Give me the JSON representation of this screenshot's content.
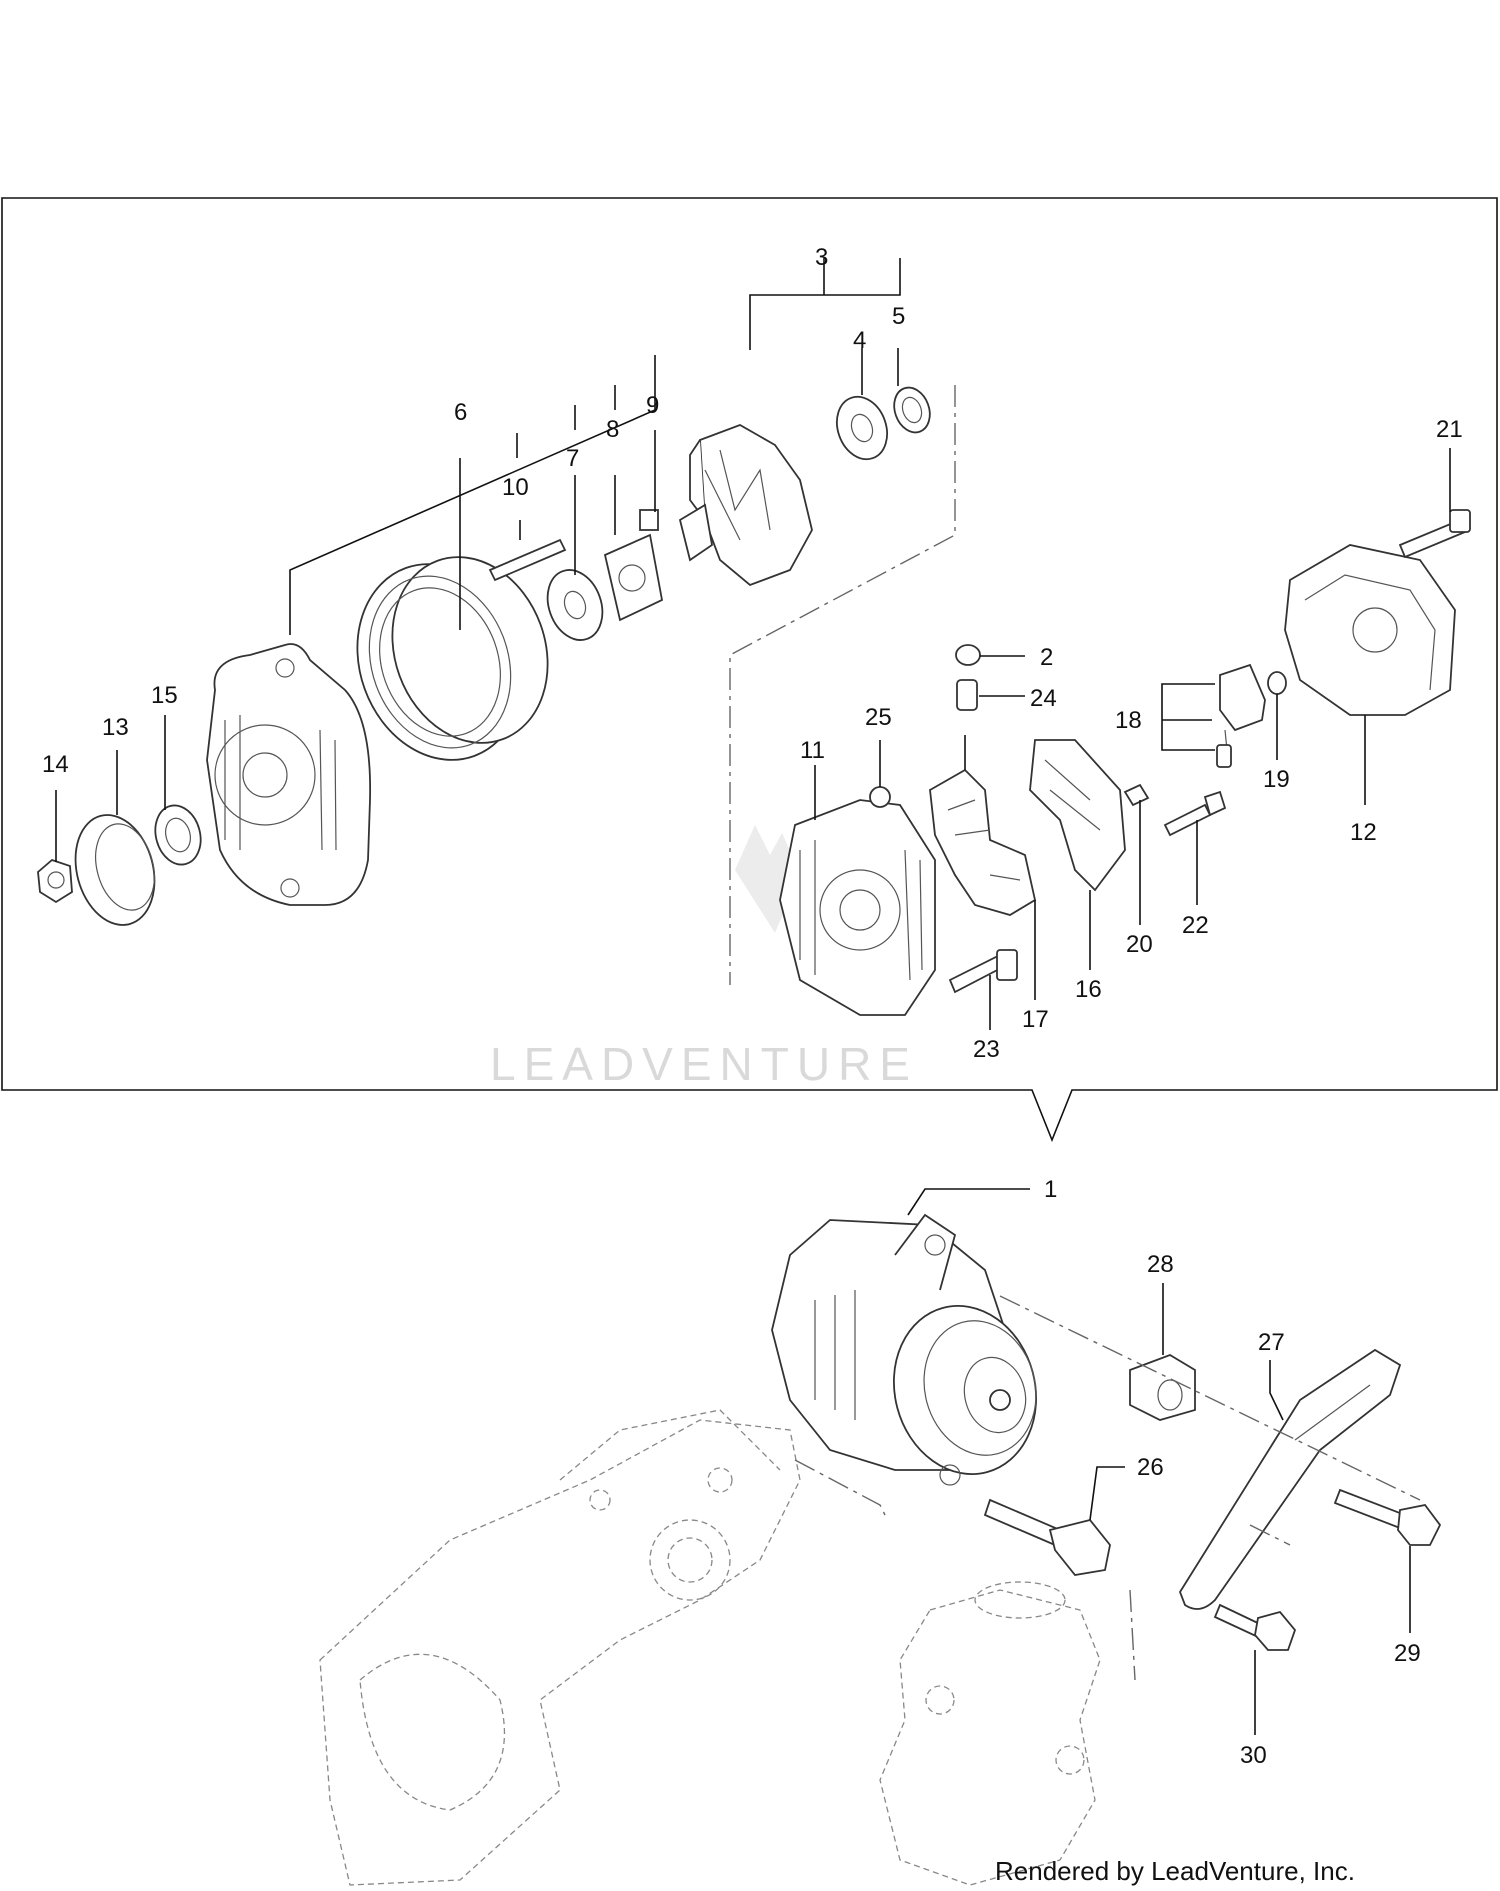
{
  "labels": {
    "p1": "1",
    "p2": "2",
    "p3": "3",
    "p4": "4",
    "p5": "5",
    "p6": "6",
    "p7": "7",
    "p8": "8",
    "p9": "9",
    "p10": "10",
    "p11": "11",
    "p12": "12",
    "p13": "13",
    "p14": "14",
    "p15": "15",
    "p16": "16",
    "p17": "17",
    "p18": "18",
    "p19": "19",
    "p20": "20",
    "p21": "21",
    "p22": "22",
    "p23": "23",
    "p24": "24",
    "p25": "25",
    "p26": "26",
    "p27": "27",
    "p28": "28",
    "p29": "29",
    "p30": "30"
  },
  "watermark": {
    "text": "LEADVENTURE"
  },
  "credit": "Rendered by LeadVenture, Inc.",
  "colors": {
    "line": "#111111",
    "part_outline": "#333333",
    "watermark": "#d9d9d9",
    "background": "#ffffff"
  }
}
